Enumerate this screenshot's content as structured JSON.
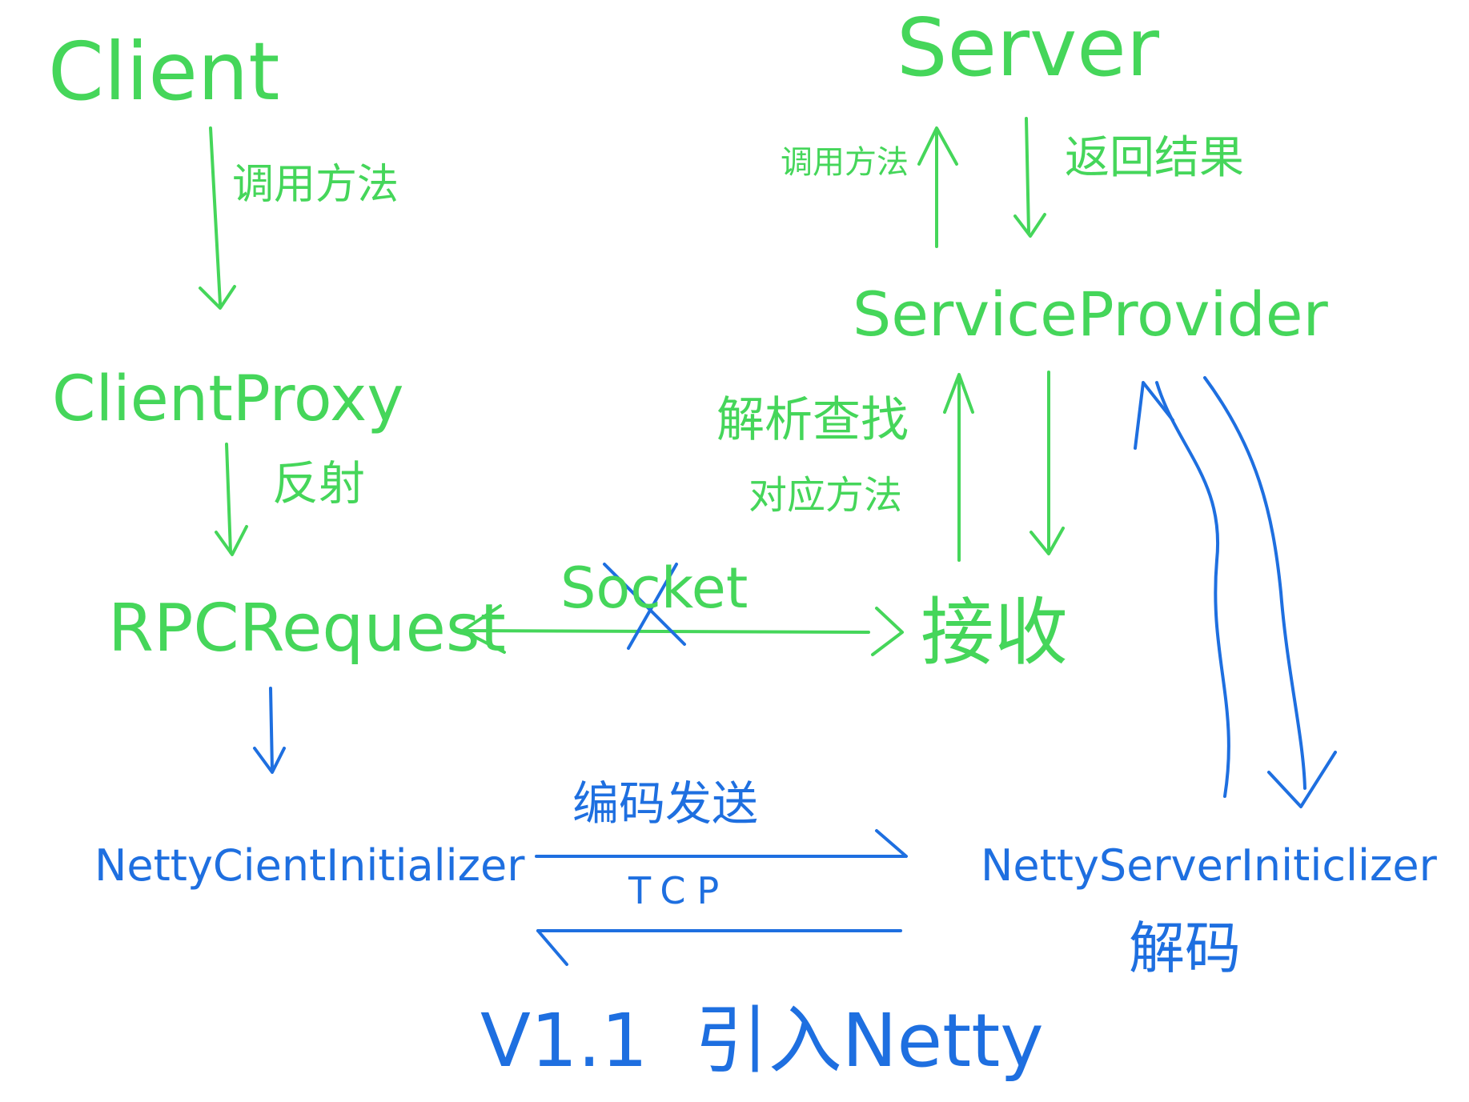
{
  "colors": {
    "green": "#45d65a",
    "blue": "#1e6fe0"
  },
  "nodes": {
    "client": "Client",
    "client_proxy": "ClientProxy",
    "rpc_request": "RPCRequest",
    "netty_client": "NettyCientInitializer",
    "server": "Server",
    "service_provider": "ServiceProvider",
    "receive": "接收",
    "netty_server": "NettyServerIniticlizer"
  },
  "edges": {
    "client_to_proxy": "调用方法",
    "proxy_to_request": "反射",
    "provider_to_server": "调用方法",
    "server_to_provider": "返回结果",
    "receive_to_provider_line1": "解析查找",
    "receive_to_provider_line2": "对应方法",
    "socket": "Socket",
    "encode_send": "编码发送",
    "tcp": "TCP",
    "decode": "解码"
  },
  "footer": "V1.1  引入Netty"
}
